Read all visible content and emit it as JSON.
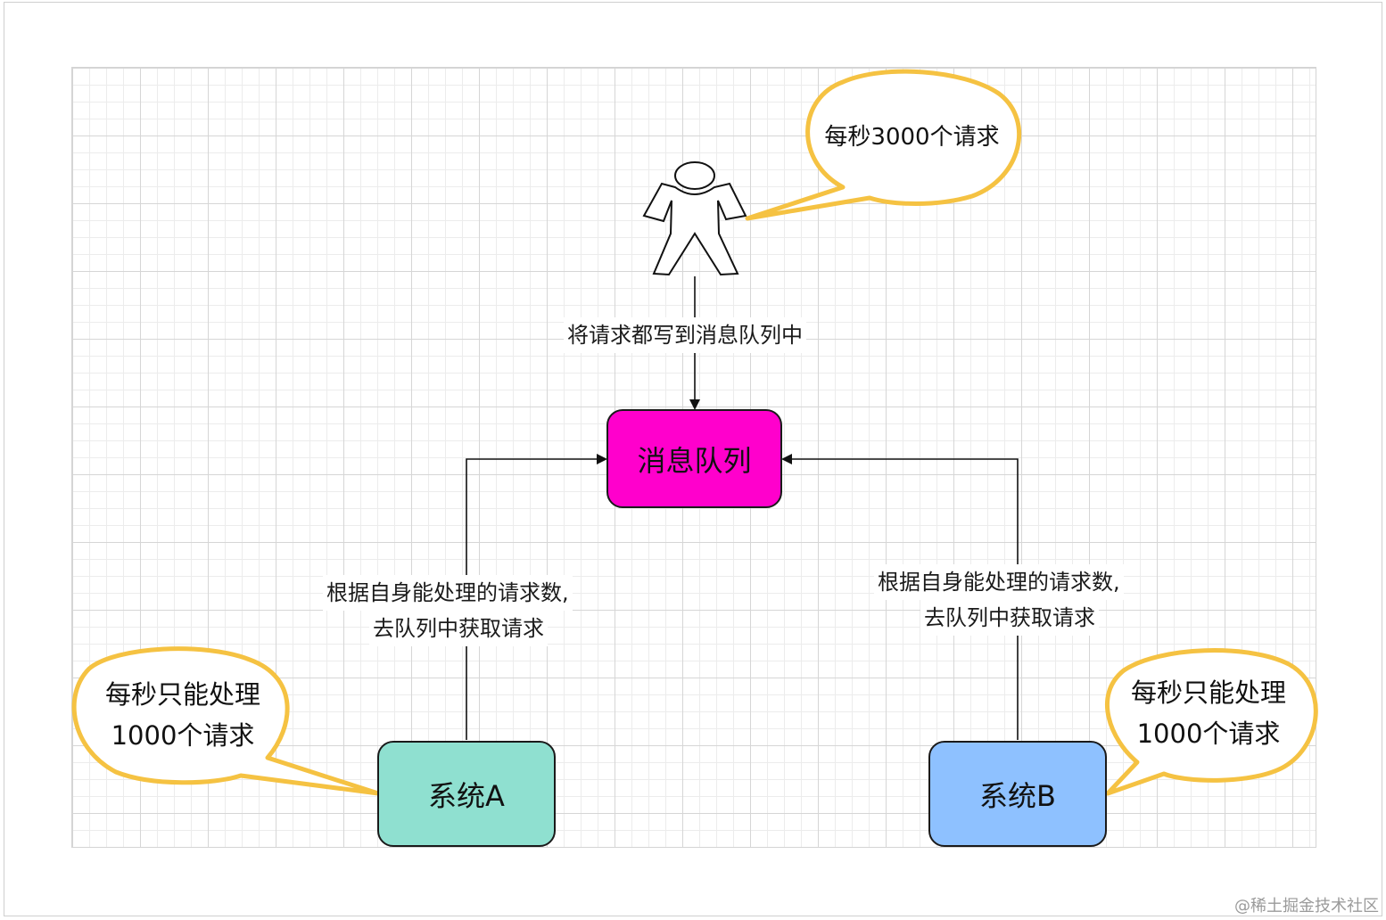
{
  "diagram": {
    "actor_bubble": "每秒3000个请求",
    "edge_user_to_queue": "将请求都写到消息队列中",
    "queue": {
      "label": "消息队列",
      "color": "#ff00cc"
    },
    "system_a": {
      "label": "系统A",
      "color": "#8fe0d0",
      "bubble_line1": "每秒只能处理",
      "bubble_line2": "1000个请求",
      "edge_line1": "根据自身能处理的请求数,",
      "edge_line2": "去队列中获取请求"
    },
    "system_b": {
      "label": "系统B",
      "color": "#8ec1ff",
      "bubble_line1": "每秒只能处理",
      "bubble_line2": "1000个请求",
      "edge_line1": "根据自身能处理的请求数,",
      "edge_line2": "去队列中获取请求"
    },
    "bubble_stroke": "#f5c242",
    "watermark": "@稀土掘金技术社区"
  }
}
